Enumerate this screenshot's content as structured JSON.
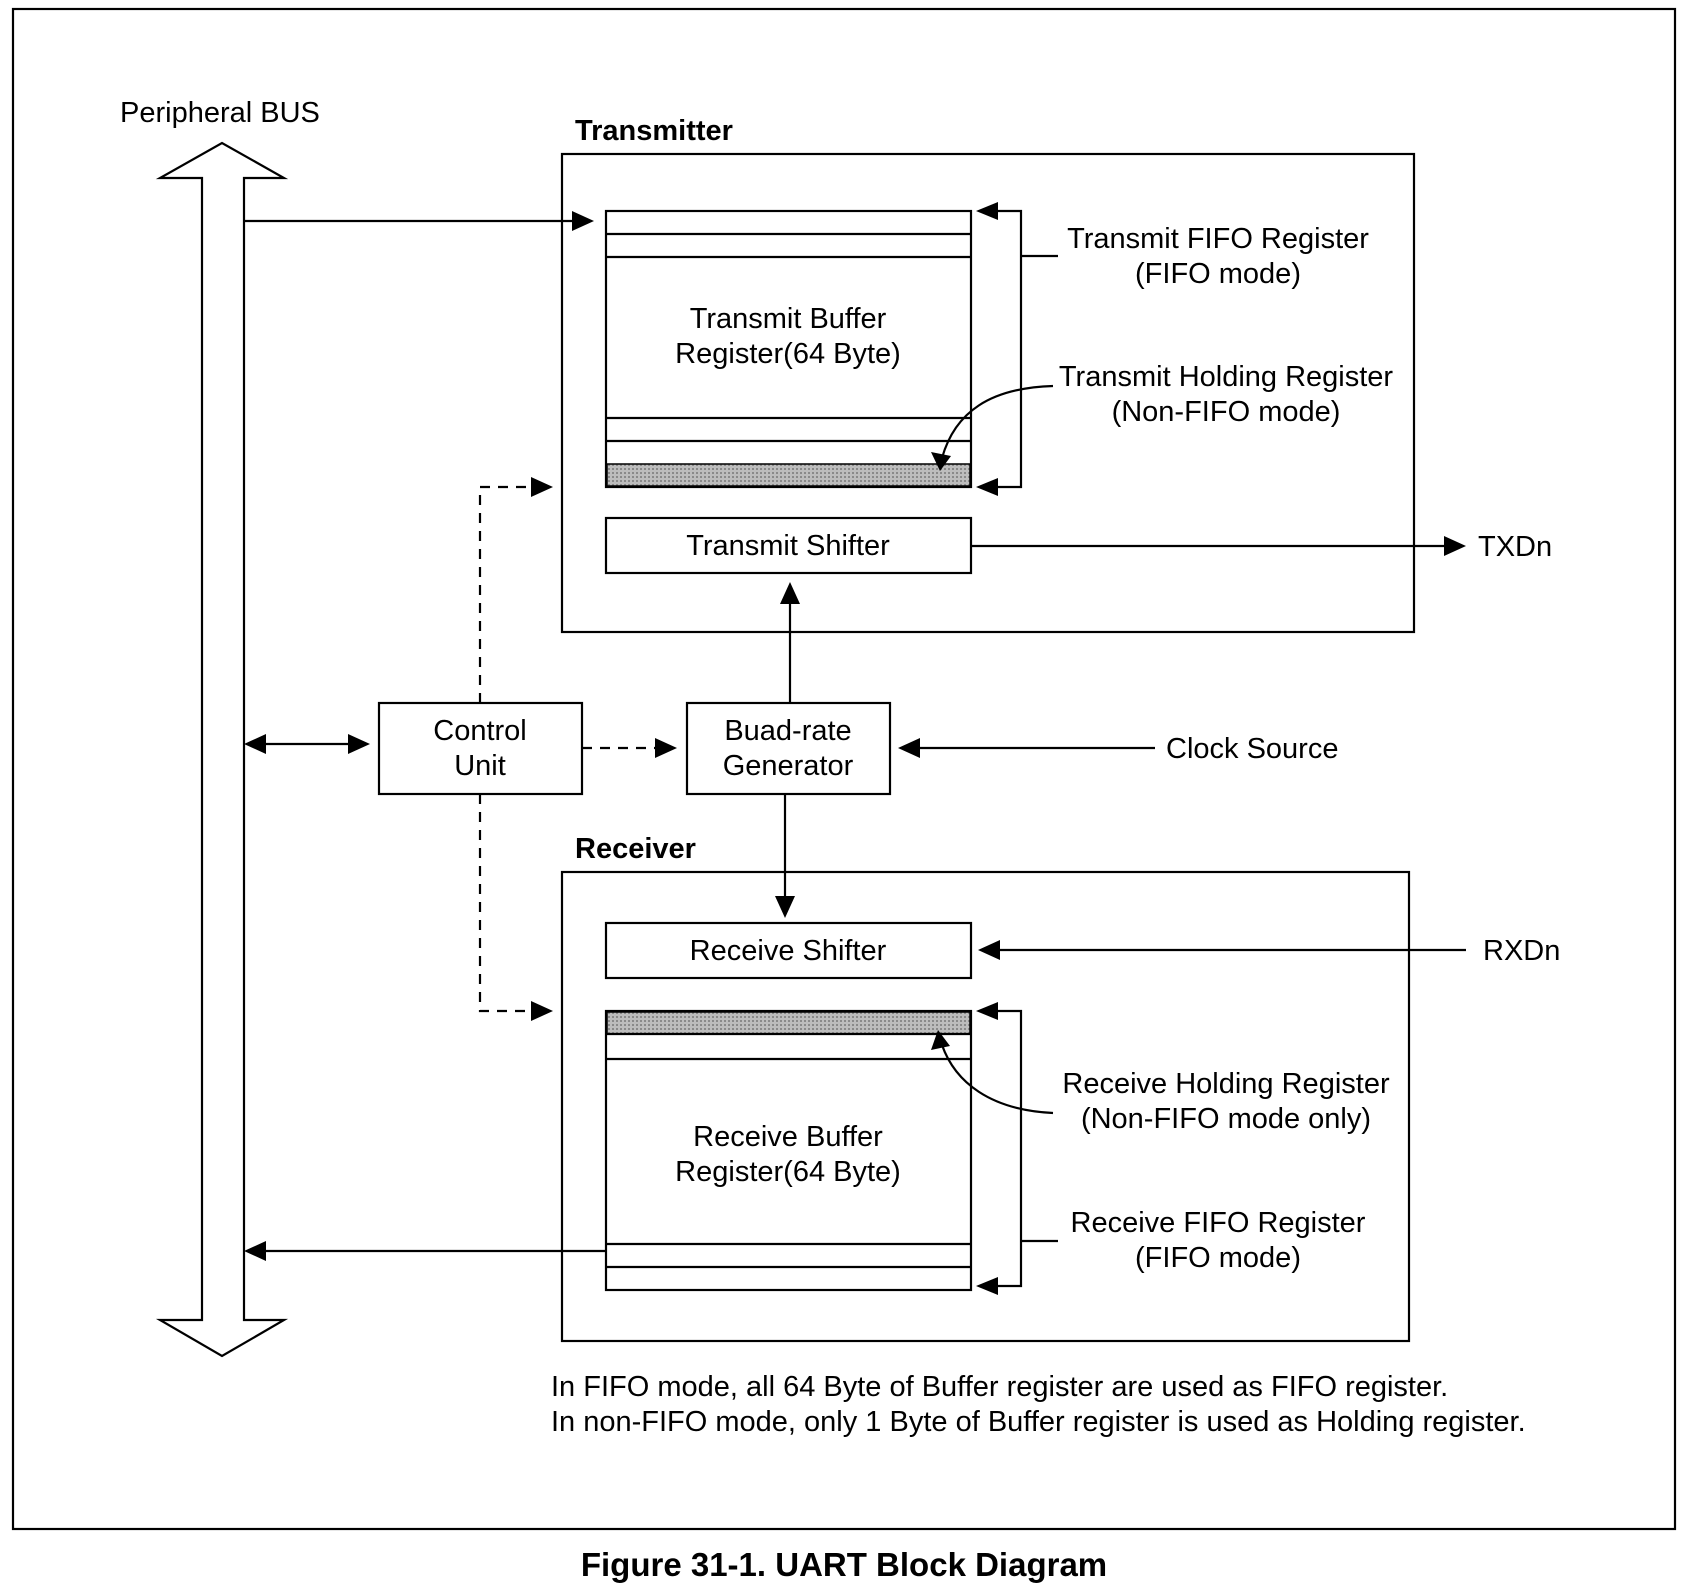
{
  "diagram": {
    "peripheral_bus": "Peripheral BUS",
    "transmitter": {
      "title": "Transmitter",
      "buffer_line1": "Transmit Buffer",
      "buffer_line2": "Register(64 Byte)",
      "fifo_line1": "Transmit FIFO Register",
      "fifo_line2": "(FIFO mode)",
      "holding_line1": "Transmit Holding Register",
      "holding_line2": "(Non-FIFO mode)",
      "shifter": "Transmit Shifter",
      "output": "TXDn"
    },
    "control_unit_line1": "Control",
    "control_unit_line2": "Unit",
    "baud_line1": "Buad-rate",
    "baud_line2": "Generator",
    "clock_source": "Clock Source",
    "receiver": {
      "title": "Receiver",
      "shifter": "Receive Shifter",
      "input": "RXDn",
      "holding_line1": "Receive Holding Register",
      "holding_line2": "(Non-FIFO mode only)",
      "buffer_line1": "Receive Buffer",
      "buffer_line2": "Register(64 Byte)",
      "fifo_line1": "Receive FIFO Register",
      "fifo_line2": "(FIFO mode)"
    },
    "note_line1": "In FIFO mode, all 64 Byte of Buffer register are used as FIFO register.",
    "note_line2": "In non-FIFO mode, only 1 Byte of Buffer register is used as Holding register."
  },
  "caption": "Figure 31-1. UART Block Diagram",
  "colors": {
    "line": "#000000",
    "background": "#ffffff",
    "holding_shade": "#a8a8a8"
  }
}
